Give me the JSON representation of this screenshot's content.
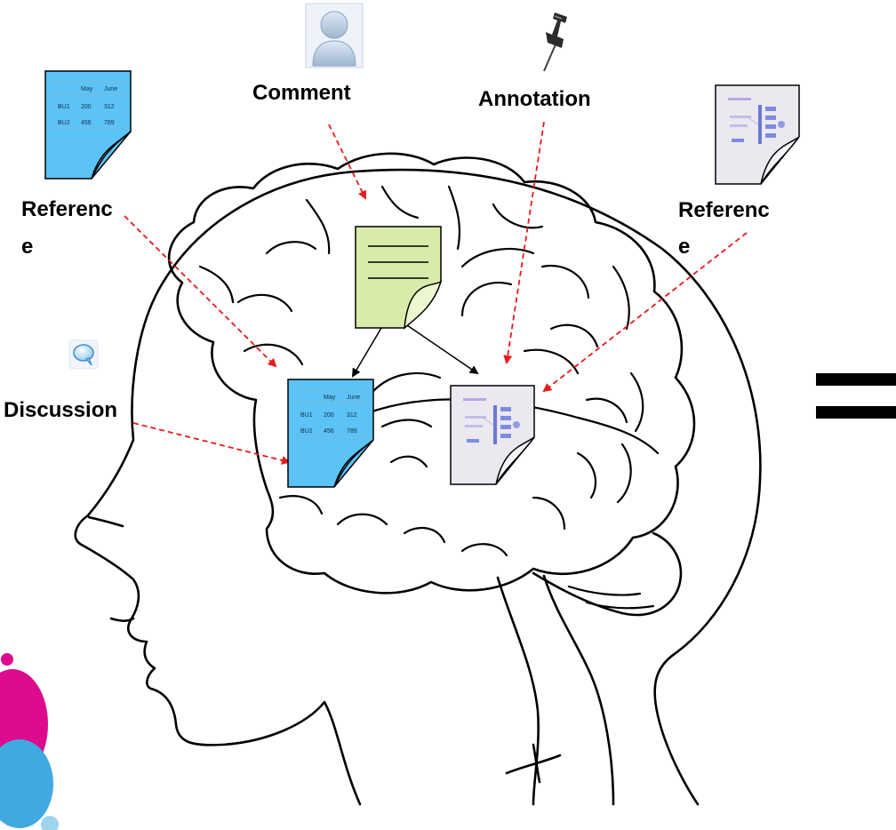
{
  "labels": {
    "comment": "Comment",
    "annotation": "Annotation",
    "reference_left_line1": "Referenc",
    "reference_left_line2": "e",
    "reference_right_line1": "Referenc",
    "reference_right_line2": "e",
    "discussion": "Discussion"
  },
  "spreadsheet": {
    "headers": [
      "May",
      "June"
    ],
    "rows": [
      {
        "label": "BU1",
        "values": [
          "200",
          "312"
        ]
      },
      {
        "label": "BU2",
        "values": [
          "456",
          "789"
        ]
      }
    ]
  },
  "icons": {
    "comment": "user-avatar-icon",
    "annotation": "pushpin-icon",
    "discussion": "speech-bubble-icon",
    "spreadsheet": "spreadsheet-document-icon",
    "diagram": "diagram-document-icon",
    "note": "note-document-icon"
  },
  "colors": {
    "arrow_dashed": "#e8191c",
    "arrow_solid": "#000000",
    "spreadsheet_doc": "#5bc3f5",
    "note_doc": "#d7ecaa",
    "diagram_doc": "#ece8f0"
  }
}
